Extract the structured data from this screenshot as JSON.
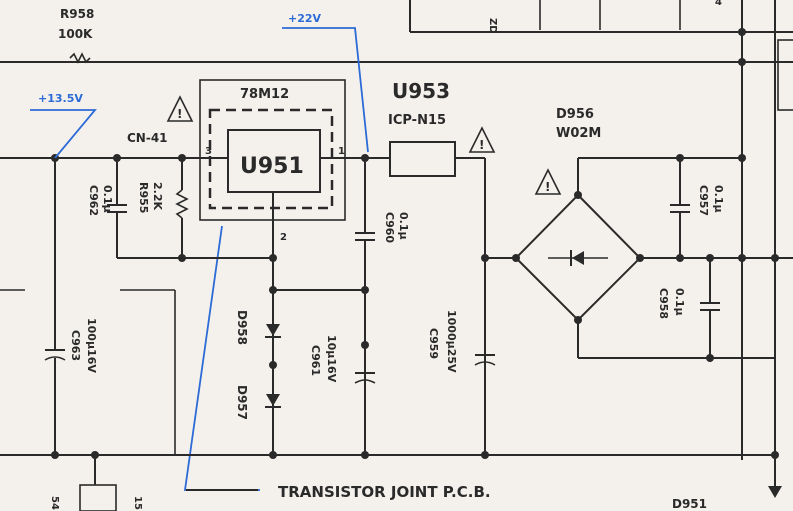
{
  "schematic": {
    "refs": {
      "r958": "R958",
      "r958_val": "100K",
      "v22": "+22V",
      "v135": "+13.5V",
      "cn41": "CN-41",
      "ic_part": "78M12",
      "u951": "U951",
      "u953": "U953",
      "u953_part": "ICP-N15",
      "d956": "D956",
      "d956_part": "W02M",
      "c962": "C962",
      "c962_val": "0.1µ",
      "r955": "R955",
      "r955_val": "2.2K",
      "c960": "C960",
      "c960_val": "0.1µ",
      "c957": "C957",
      "c957_val": "0.1µ",
      "c958": "C958",
      "c958_val": "0.1µ",
      "d958": "D958",
      "d957": "D957",
      "c961": "C961",
      "c961_val": "10µ16V",
      "c959": "C959",
      "c959_val": "1000µ25V",
      "c963": "C963",
      "c963_val": "100µ16V",
      "pin1": "1",
      "pin2": "2",
      "pin3": "3",
      "transistor_pcb": "TRANSISTOR JOINT P.C.B.",
      "d951": "D951",
      "warning": "!"
    },
    "colors": {
      "wire": "#2a2a2a",
      "annotation": "#2c6bd6",
      "paper": "#f4f1ec"
    }
  }
}
